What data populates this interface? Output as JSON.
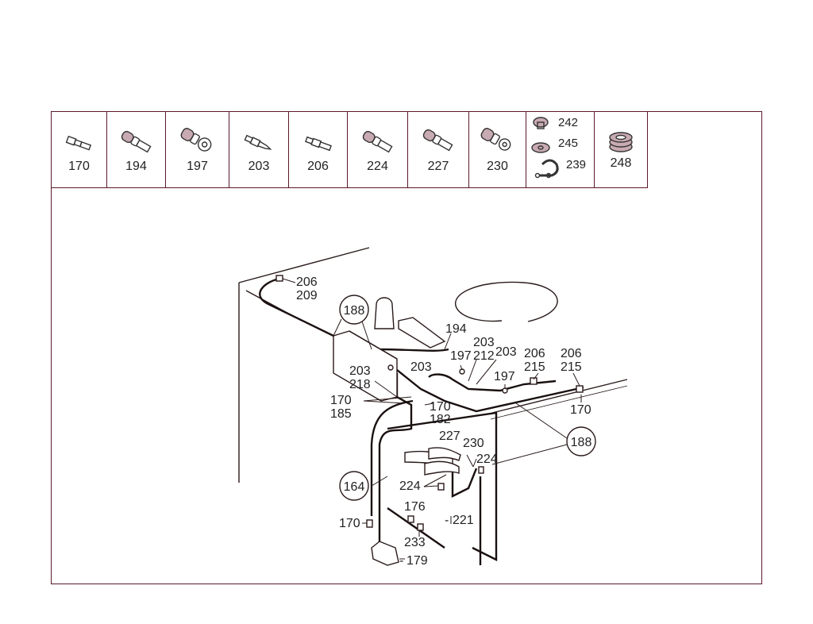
{
  "legend": {
    "parts": [
      {
        "id": "170",
        "icon": "spade-connector-icon"
      },
      {
        "id": "194",
        "icon": "insulated-spade-icon"
      },
      {
        "id": "197",
        "icon": "ring-terminal-icon"
      },
      {
        "id": "203",
        "icon": "pin-connector-icon"
      },
      {
        "id": "206",
        "icon": "flat-connector-icon"
      },
      {
        "id": "224",
        "icon": "insulated-spade-icon"
      },
      {
        "id": "227",
        "icon": "insulated-spade-icon"
      },
      {
        "id": "230",
        "icon": "ring-terminal-icon"
      }
    ],
    "hardware": {
      "screw": "242",
      "washer": "245",
      "clamp": "239"
    },
    "grommet": "248"
  },
  "callouts": {
    "c188": "188",
    "c164": "164"
  },
  "labels": {
    "l206a": "206",
    "l209": "209",
    "l194": "194",
    "l203a": "203",
    "l197a": "197",
    "l212": "212",
    "l203b": "203",
    "l206b": "206",
    "l215a": "215",
    "l206c": "206",
    "l215b": "215",
    "l203c": "203",
    "l203d": "203",
    "l218": "218",
    "l197b": "197",
    "l170a": "170",
    "l185": "185",
    "l170b": "170",
    "l182": "182",
    "l170c": "170",
    "l227": "227",
    "l230": "230",
    "l224a": "224",
    "l224b": "224",
    "l176": "176",
    "l221": "221",
    "l170d": "170",
    "l233": "233",
    "l179": "179"
  },
  "colors": {
    "frame": "#5a1a2a",
    "line": "#2a1a1a",
    "highlight": "#c0395a"
  }
}
